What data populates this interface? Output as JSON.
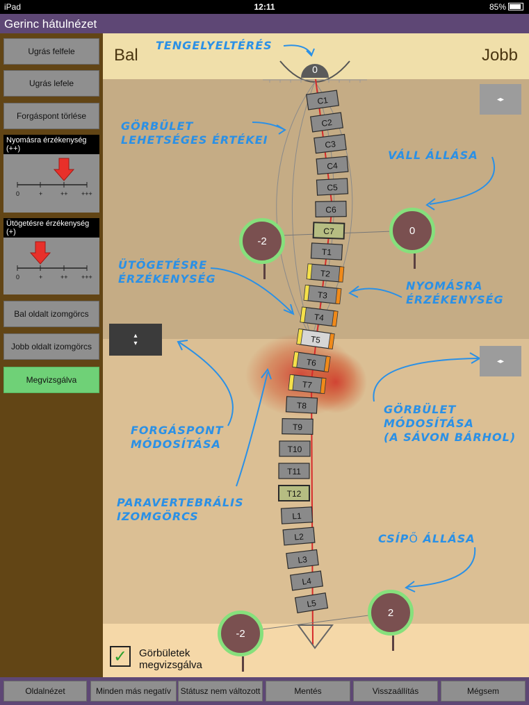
{
  "status_bar": {
    "device": "iPad",
    "time": "12:11",
    "battery": "85%"
  },
  "title": "Gerinc hátulnézet",
  "sidebar": {
    "buttons": [
      "Ugrás felfele",
      "Ugrás lefele",
      "Forgáspont törlése"
    ],
    "pressure_sensitivity": {
      "label": "Nyomásra érzékenység (++)",
      "ticks": [
        "0",
        "+",
        "++",
        "+++"
      ],
      "level": "++"
    },
    "tap_sensitivity": {
      "label": "Ütögetésre érzékenység (+)",
      "ticks": [
        "0",
        "+",
        "++",
        "+++"
      ],
      "level": "+"
    },
    "lower_buttons": [
      "Bal oldalt izomgörcs",
      "Jobb oldalt izomgörcs"
    ],
    "examined_button": "Megvizsgálva"
  },
  "main": {
    "left_label": "Bal",
    "right_label": "Jobb",
    "axis_value": "0",
    "shoulder_left": "-2",
    "shoulder_right": "0",
    "hip_left": "-2",
    "hip_right": "2",
    "vertebrae": [
      "C1",
      "C2",
      "C3",
      "C4",
      "C5",
      "C6",
      "C7",
      "T1",
      "T2",
      "T3",
      "T4",
      "T5",
      "T6",
      "T7",
      "T8",
      "T9",
      "T10",
      "T11",
      "T12",
      "L1",
      "L2",
      "L3",
      "L4",
      "L5"
    ],
    "annotations": {
      "axis_deviation": "TENGELYELTÉRÉS",
      "curve_values": [
        "GÖRBÜLET",
        "LEHETSÉGES ÉRTÉKEI"
      ],
      "shoulder_position": "VÁLL ÁLLÁSA",
      "tap_sensitivity": [
        "ÜTÖGETÉSRE",
        "ÉRZÉKENYSÉG"
      ],
      "pressure_sensitivity": [
        "NYOMÁSRA",
        "ÉRZÉKENYSÉG"
      ],
      "pivot_modify": [
        "FORGÁSPONT",
        "MÓDOSÍTÁSA"
      ],
      "curve_modify": [
        "GÖRBÜLET",
        "MÓDOSÍTÁSA",
        "(A SÁVON BÁRHOL)"
      ],
      "paravertebral": [
        "PARAVERTEBRÁLIS",
        "IZOMGÖRCS"
      ],
      "hip_position_prefix": "CSÍP",
      "hip_position_o": "Ő",
      "hip_position_suffix": " ÁLLÁSA"
    },
    "curves_examined": {
      "label_line1": "Görbületek",
      "label_line2": "megvizsgálva",
      "checked": true
    }
  },
  "bottom_bar": [
    "Oldalnézet",
    "Minden más negatív",
    "Státusz nem változott",
    "Mentés",
    "Visszaállítás",
    "Mégsem"
  ],
  "colors": {
    "title_bar": "#5e4775",
    "sidebar": "#624515",
    "yellow_marker": "#f5e04a",
    "orange_marker": "#f08a1a",
    "circle_ring": "#86e07c"
  }
}
